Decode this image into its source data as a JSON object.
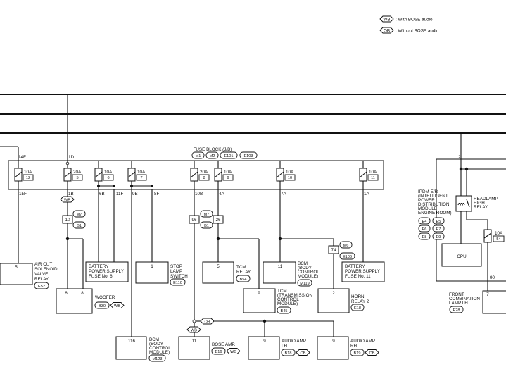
{
  "legend": [
    {
      "tag": "WB",
      "text": ": With BOSE audio"
    },
    {
      "tag": "OB",
      "text": ": Without BOSE audio"
    }
  ],
  "fuse_block": {
    "title": "FUSE BLOCK (J/B)",
    "connectors": [
      "M1",
      "M2",
      "E101",
      "E103"
    ],
    "fuses": [
      {
        "amp": "10A",
        "num": "12",
        "in": "14F",
        "out": "15F"
      },
      {
        "amp": "20A",
        "num": "5",
        "in": "1D",
        "out": "1B"
      },
      {
        "amp": "10A",
        "num": "6",
        "in": "",
        "out": "6B"
      },
      {
        "amp": "10A",
        "num": "7",
        "in": "",
        "out": "9B"
      },
      {
        "amp": "20A",
        "num": "8",
        "in": "",
        "out": "10B"
      },
      {
        "amp": "10A",
        "num": "9",
        "in": "",
        "out": "4A"
      },
      {
        "amp": "10A",
        "num": "10",
        "in": "",
        "out": "7A"
      },
      {
        "amp": "10A",
        "num": "11",
        "in": "",
        "out": "1A"
      }
    ],
    "extra_pins": [
      "11F",
      "8F"
    ]
  },
  "joints": {
    "left": {
      "conn": "M7",
      "pin_top": "10",
      "pin_bot": "B1"
    },
    "center": {
      "conn": "M7",
      "pin_left": "96",
      "pin_right": "26",
      "pin_bot": "B1"
    },
    "e106": {
      "conn_top": "M6",
      "pin": "74",
      "conn_bot": "E106"
    }
  },
  "components": {
    "air_cut": {
      "pin": "5",
      "name": [
        "AIR CUT",
        "SOLENOID",
        "VALVE",
        "RELAY"
      ],
      "conn": "E52"
    },
    "woofer": {
      "pins": [
        "6",
        "8"
      ],
      "name": "WOOFER",
      "conn": "B30",
      "tag": "WB"
    },
    "battery_fuse6": {
      "name": [
        "BATTERY",
        "POWER SUPPLY",
        "FUSE No. 6"
      ]
    },
    "stop_lamp": {
      "pin": "1",
      "name": [
        "STOP",
        "LAMP",
        "SWITCH"
      ],
      "conn": "E110"
    },
    "tcm_relay": {
      "pin": "5",
      "name": [
        "TCM",
        "RELAY"
      ],
      "conn": "B54"
    },
    "tcm": {
      "pin": "9",
      "name": [
        "TCM",
        "(TRANSMISSION",
        "CONTROL",
        "MODULE)"
      ],
      "conn": "B45"
    },
    "bcm_top": {
      "pin": "11",
      "name": [
        "BCM",
        "(BODY",
        "CONTROL",
        "MODULE)"
      ],
      "conn": "M119"
    },
    "horn_relay": {
      "pin": "2",
      "name": [
        "HORN",
        "RELAY 2"
      ],
      "conn": "E18"
    },
    "battery_fuse11": {
      "name": [
        "BATTERY",
        "POWER SUPPLY",
        "FUSE No. 11"
      ]
    },
    "bcm_bottom": {
      "pin": "116",
      "name": [
        "BCM",
        "(BODY",
        "CONTROL",
        "MODULE)"
      ],
      "conn": "M123"
    },
    "bose_amp": {
      "pin": "11",
      "name": "BOSE AMP.",
      "conn": "B16",
      "tag": "WB"
    },
    "audio_lh": {
      "pin": "9",
      "name": [
        "AUDIO AMP.",
        "LH"
      ],
      "conn": "B18",
      "tag": "OB"
    },
    "audio_rh": {
      "pin": "9",
      "name": [
        "AUDIO AMP.",
        "RH"
      ],
      "conn": "B19",
      "tag": "OB"
    }
  },
  "branch_tags": {
    "wb_left": "WB",
    "ob_bottom": "OB",
    "wb_bottom": "WB"
  },
  "ipdm": {
    "pin_top": "2",
    "name": [
      "IPDM E/R",
      "(INTELLIGENT",
      "POWER",
      "DISTRIBUTION",
      "MODULE",
      "ENGINE ROOM)"
    ],
    "conns": [
      "E4",
      "E5",
      "E6",
      "E7",
      "E8",
      "E9"
    ],
    "relay": [
      "HEADLAMP",
      "HIGH",
      "RELAY"
    ],
    "fuse": {
      "amp": "10A",
      "num": "54"
    },
    "cpu": "CPU",
    "pin_out": "90"
  },
  "front_lamp": {
    "pin": "7",
    "name": [
      "FRONT",
      "COMBINATION",
      "LAMP LH"
    ],
    "conn": "E28"
  }
}
